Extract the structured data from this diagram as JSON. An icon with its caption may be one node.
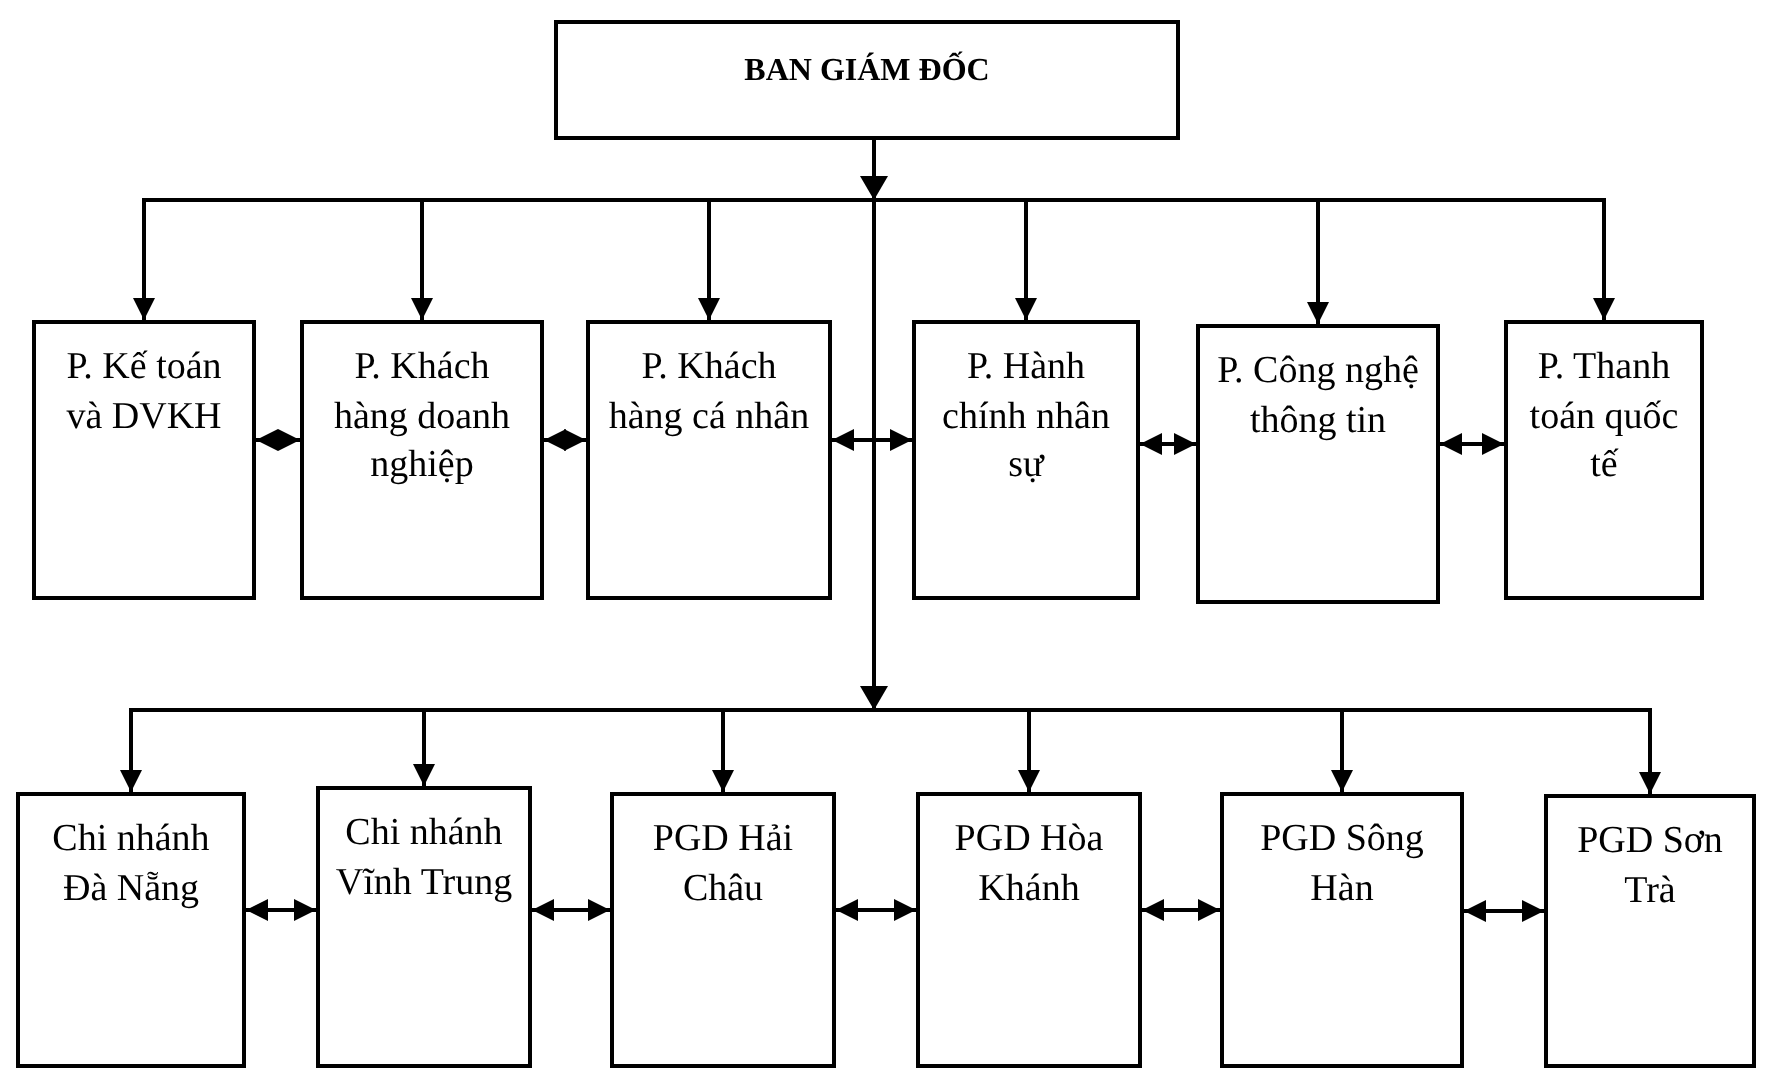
{
  "diagram": {
    "nodes": [
      {
        "text": [
          "BAN GIÁM ĐỐC"
        ]
      },
      {
        "text": [
          "P. Kế toán và DVKH"
        ]
      },
      {
        "text": [
          "P. Khách hàng doanh nghiệp"
        ]
      },
      {
        "text": [
          "P. Khách hàng cá nhân"
        ]
      },
      {
        "text": [
          "P. Hành chính nhân sự"
        ]
      },
      {
        "text": [
          "P. Công nghệ thông tin"
        ]
      },
      {
        "text": [
          "P. Thanh toán quốc tế"
        ]
      },
      {
        "text": [
          "Chi nhánh Đà Nẵng"
        ]
      },
      {
        "text": [
          "Chi nhánh Vĩnh Trung"
        ]
      },
      {
        "text": [
          "PGD Hải Châu"
        ]
      },
      {
        "text": [
          "PGD Hòa Khánh"
        ]
      },
      {
        "text": [
          "PGD Sông Hàn"
        ]
      },
      {
        "text": [
          "PGD Sơn Trà"
        ]
      }
    ],
    "edges": [
      {
        "from": 0,
        "to": 1,
        "arrow": "to"
      },
      {
        "from": 0,
        "to": 2,
        "arrow": "to"
      },
      {
        "from": 0,
        "to": 3,
        "arrow": "to"
      },
      {
        "from": 0,
        "to": 4,
        "arrow": "to"
      },
      {
        "from": 0,
        "to": 5,
        "arrow": "to"
      },
      {
        "from": 0,
        "to": 6,
        "arrow": "to"
      },
      {
        "from": 0,
        "to": 7,
        "arrow": "to"
      },
      {
        "from": 0,
        "to": 8,
        "arrow": "to"
      },
      {
        "from": 0,
        "to": 9,
        "arrow": "to"
      },
      {
        "from": 0,
        "to": 10,
        "arrow": "to"
      },
      {
        "from": 0,
        "to": 11,
        "arrow": "to"
      },
      {
        "from": 0,
        "to": 12,
        "arrow": "to"
      },
      {
        "from": 1,
        "to": 2,
        "arrow": "both"
      },
      {
        "from": 2,
        "to": 3,
        "arrow": "both"
      },
      {
        "from": 3,
        "to": 4,
        "arrow": "both"
      },
      {
        "from": 4,
        "to": 5,
        "arrow": "both"
      },
      {
        "from": 5,
        "to": 6,
        "arrow": "both"
      },
      {
        "from": 7,
        "to": 8,
        "arrow": "both"
      },
      {
        "from": 8,
        "to": 9,
        "arrow": "both"
      },
      {
        "from": 9,
        "to": 10,
        "arrow": "both"
      },
      {
        "from": 10,
        "to": 11,
        "arrow": "both"
      },
      {
        "from": 11,
        "to": 12,
        "arrow": "both"
      }
    ]
  }
}
